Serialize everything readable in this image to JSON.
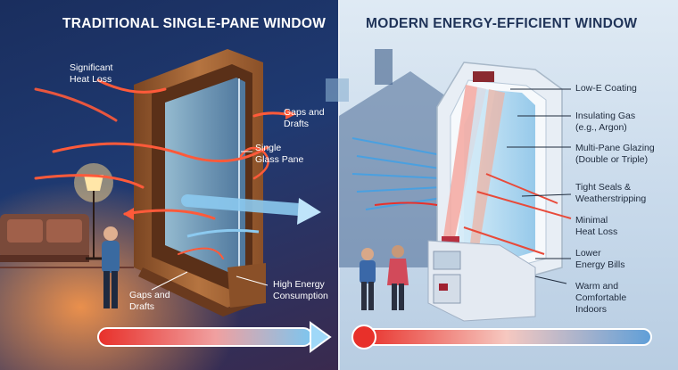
{
  "left": {
    "title": "TRADITIONAL SINGLE-PANE WINDOW",
    "labels": {
      "heat_loss": "Significant\nHeat Loss",
      "gaps_top": "Gaps and\nDrafts",
      "single_glass": "Single\nGlass Pane",
      "gaps_bottom": "Gaps and\nDrafts",
      "high_energy": "High Energy\nConsumption"
    }
  },
  "right": {
    "title": "MODERN ENERGY-EFFICIENT WINDOW",
    "labels": {
      "low_e": "Low-E Coating",
      "insulating_gas": "Insulating Gas\n(e.g., Argon)",
      "multi_pane": "Multi-Pane Glazing\n(Double or Triple)",
      "tight_seals": "Tight Seals &\nWeatherstripping",
      "minimal_heat": "Minimal\nHeat Loss",
      "lower_bills": "Lower\nEnergy Bills",
      "warm": "Warm and\nComfortable\nIndoors"
    }
  },
  "colors": {
    "left_bg": "#1f3a72",
    "right_bg": "#c6d8ea",
    "heat_red": "#e8402a",
    "cool_blue": "#5fb3e6",
    "wood": "#a8673a"
  },
  "icons": [
    "house-icon",
    "lamp-icon",
    "sofa-icon",
    "person-icon",
    "thermometer-icon",
    "arrow-icon"
  ]
}
